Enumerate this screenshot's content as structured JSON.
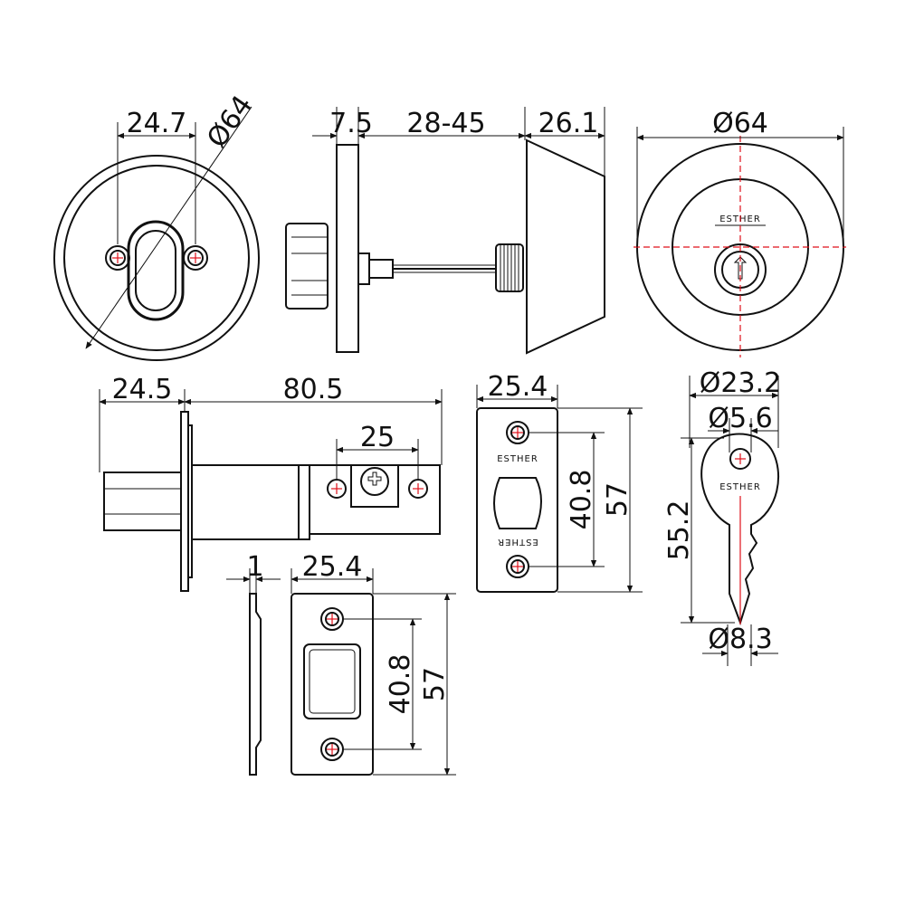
{
  "dimensions": {
    "front_hole_spacing": "24.7",
    "front_rosette_diameter": "Ø64",
    "thumbturn_plate_thickness": "7.5",
    "door_thickness_range": "28-45",
    "cylinder_projection": "26.1",
    "rosette_diameter": "Ø64",
    "latch_faceplate_width": "24.5",
    "backset": "80.5",
    "latch_hole_spacing": "25",
    "strike_width_top": "25.4",
    "strike_inner_height_top": "40.8",
    "strike_height_top": "57",
    "strike_thickness": "1",
    "strike_width_bottom": "25.4",
    "strike_inner_height_bottom": "40.8",
    "strike_height_bottom": "57",
    "key_head_diameter": "Ø23.2",
    "key_hole_diameter": "Ø5.6",
    "key_length": "55.2",
    "key_blade_width": "Ø8.3"
  },
  "brand": {
    "cylinder_logo": "ESTHER",
    "strike_logo_top": "ESTHER",
    "strike_logo_bottom": "ESTHER",
    "key_logo": "ESTHER"
  },
  "colors": {
    "line": "#111111",
    "centerline": "#e0101a",
    "background": "#ffffff"
  }
}
